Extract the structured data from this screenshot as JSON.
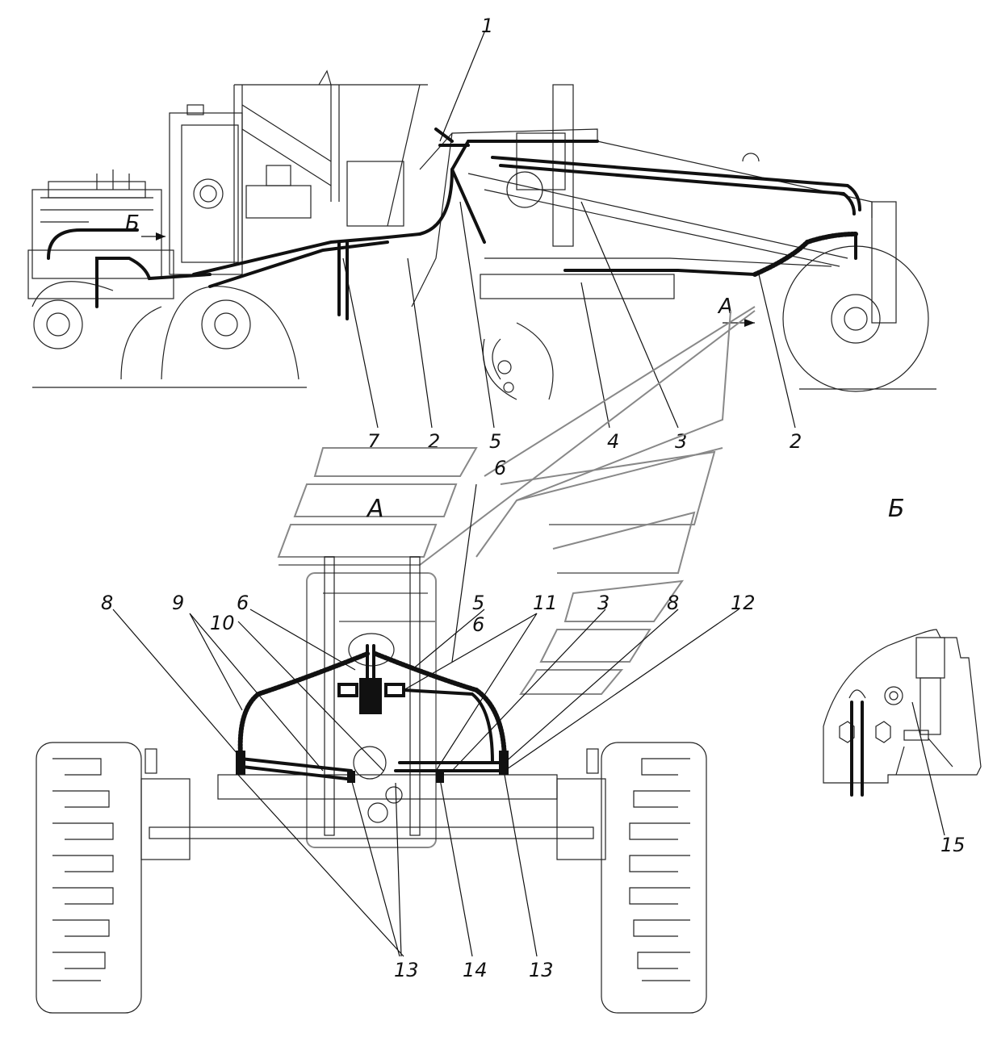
{
  "callouts_top": [
    "1",
    "7",
    "2",
    "5",
    "4",
    "3",
    "2"
  ],
  "callouts_bottom": [
    "6",
    "8",
    "9",
    "10",
    "6",
    "5",
    "6",
    "11",
    "3",
    "8",
    "12",
    "13",
    "14",
    "13"
  ],
  "callout_detail": [
    "15"
  ],
  "view_labels": {
    "A": "А",
    "B": "Б"
  }
}
